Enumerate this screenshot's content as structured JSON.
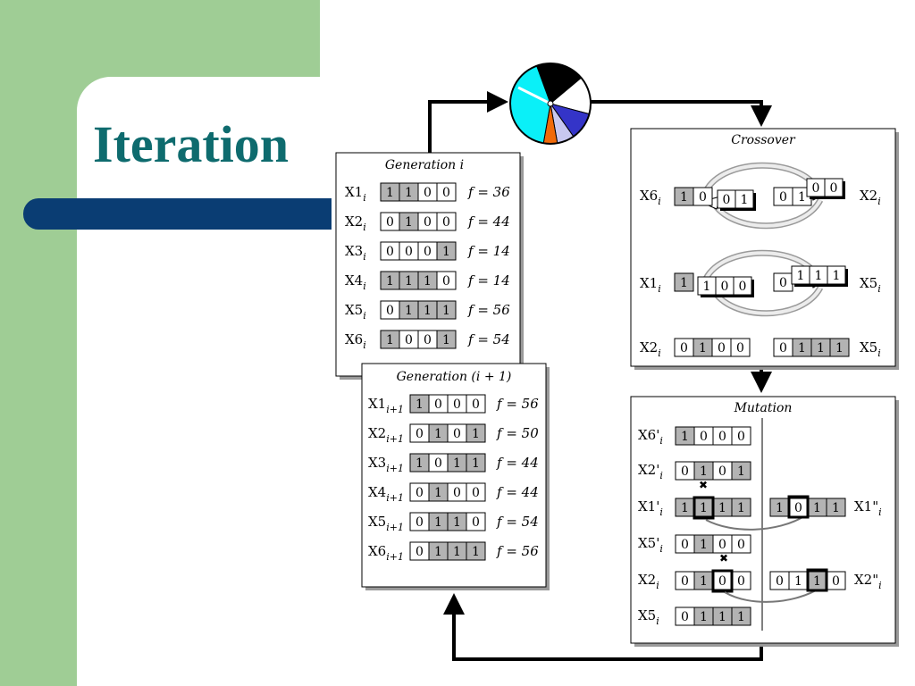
{
  "slide": {
    "title": "Iteration",
    "colors": {
      "green_panel": "#9fcd95",
      "title_text": "#0e6b6e",
      "title_bar": "#0a3d73",
      "bit_fill": "#b3b3b3"
    }
  },
  "generation_i": {
    "title": "Generation i",
    "rows": [
      {
        "label": "X1",
        "sub": "i",
        "bits": [
          1,
          1,
          0,
          0
        ],
        "shaded": [
          true,
          true,
          false,
          false
        ],
        "f": "f = 36"
      },
      {
        "label": "X2",
        "sub": "i",
        "bits": [
          0,
          1,
          0,
          0
        ],
        "shaded": [
          false,
          true,
          false,
          false
        ],
        "f": "f = 44"
      },
      {
        "label": "X3",
        "sub": "i",
        "bits": [
          0,
          0,
          0,
          1
        ],
        "shaded": [
          false,
          false,
          false,
          true
        ],
        "f": "f = 14"
      },
      {
        "label": "X4",
        "sub": "i",
        "bits": [
          1,
          1,
          1,
          0
        ],
        "shaded": [
          true,
          true,
          true,
          false
        ],
        "f": "f = 14"
      },
      {
        "label": "X5",
        "sub": "i",
        "bits": [
          0,
          1,
          1,
          1
        ],
        "shaded": [
          false,
          true,
          true,
          true
        ],
        "f": "f = 56"
      },
      {
        "label": "X6",
        "sub": "i",
        "bits": [
          1,
          0,
          0,
          1
        ],
        "shaded": [
          true,
          false,
          false,
          true
        ],
        "f": "f = 54"
      }
    ]
  },
  "generation_next": {
    "title": "Generation (i + 1)",
    "rows": [
      {
        "label": "X1",
        "sub": "i+1",
        "bits": [
          1,
          0,
          0,
          0
        ],
        "shaded": [
          true,
          false,
          false,
          false
        ],
        "f": "f = 56"
      },
      {
        "label": "X2",
        "sub": "i+1",
        "bits": [
          0,
          1,
          0,
          1
        ],
        "shaded": [
          false,
          true,
          false,
          true
        ],
        "f": "f = 50"
      },
      {
        "label": "X3",
        "sub": "i+1",
        "bits": [
          1,
          0,
          1,
          1
        ],
        "shaded": [
          true,
          false,
          true,
          true
        ],
        "f": "f = 44"
      },
      {
        "label": "X4",
        "sub": "i+1",
        "bits": [
          0,
          1,
          0,
          0
        ],
        "shaded": [
          false,
          true,
          false,
          false
        ],
        "f": "f = 44"
      },
      {
        "label": "X5",
        "sub": "i+1",
        "bits": [
          0,
          1,
          1,
          0
        ],
        "shaded": [
          false,
          true,
          true,
          false
        ],
        "f": "f = 54"
      },
      {
        "label": "X6",
        "sub": "i+1",
        "bits": [
          0,
          1,
          1,
          1
        ],
        "shaded": [
          false,
          true,
          true,
          true
        ],
        "f": "f = 56"
      }
    ]
  },
  "crossover": {
    "title": "Crossover",
    "pair1": {
      "left_label": "X6",
      "right_label": "X2",
      "sub": "i",
      "left_head": [
        "1",
        "0"
      ],
      "left_tail": [
        "0",
        "1"
      ],
      "right_head": [
        "0",
        "1"
      ],
      "right_tail": [
        "0",
        "0"
      ]
    },
    "pair2": {
      "left_label": "X1",
      "right_label": "X5",
      "sub": "i",
      "left_head": [
        "1"
      ],
      "left_tail": [
        "1",
        "0",
        "0"
      ],
      "right_head": [
        "0"
      ],
      "right_tail": [
        "1",
        "1",
        "1"
      ]
    },
    "result": {
      "left_label": "X2",
      "right_label": "X5",
      "sub": "i",
      "left_bits": [
        0,
        1,
        0,
        0
      ],
      "left_shaded": [
        false,
        true,
        false,
        false
      ],
      "right_bits": [
        0,
        1,
        1,
        1
      ],
      "right_shaded": [
        false,
        true,
        true,
        true
      ]
    }
  },
  "mutation": {
    "title": "Mutation",
    "rows": [
      {
        "label": "X6'",
        "sub": "i",
        "bits": [
          1,
          0,
          0,
          0
        ],
        "shaded": [
          true,
          false,
          false,
          false
        ]
      },
      {
        "label": "X2'",
        "sub": "i",
        "bits": [
          0,
          1,
          0,
          1
        ],
        "shaded": [
          false,
          true,
          false,
          true
        ]
      },
      {
        "label": "X1'",
        "sub": "i",
        "bits": [
          1,
          1,
          1,
          1
        ],
        "shaded": [
          true,
          true,
          true,
          true
        ]
      },
      {
        "label": "X5'",
        "sub": "i",
        "bits": [
          0,
          1,
          0,
          0
        ],
        "shaded": [
          false,
          true,
          false,
          false
        ]
      },
      {
        "label": "X2",
        "sub": "i",
        "bits": [
          0,
          1,
          0,
          0
        ],
        "shaded": [
          false,
          true,
          false,
          false
        ]
      },
      {
        "label": "X5",
        "sub": "i",
        "bits": [
          0,
          1,
          1,
          1
        ],
        "shaded": [
          false,
          true,
          true,
          true
        ]
      }
    ],
    "results": [
      {
        "label": "X1\"",
        "sub": "i",
        "bits": [
          1,
          0,
          1,
          1
        ],
        "shaded": [
          true,
          false,
          true,
          true
        ]
      },
      {
        "label": "X2\"",
        "sub": "i",
        "bits": [
          0,
          1,
          1,
          0
        ],
        "shaded": [
          false,
          false,
          true,
          false
        ]
      }
    ]
  },
  "wheel": {
    "segment_colors": [
      "#000000",
      "#ffffff",
      "#3434c8",
      "#c8c8f0",
      "#f06a0a",
      "#0af0f8"
    ]
  }
}
